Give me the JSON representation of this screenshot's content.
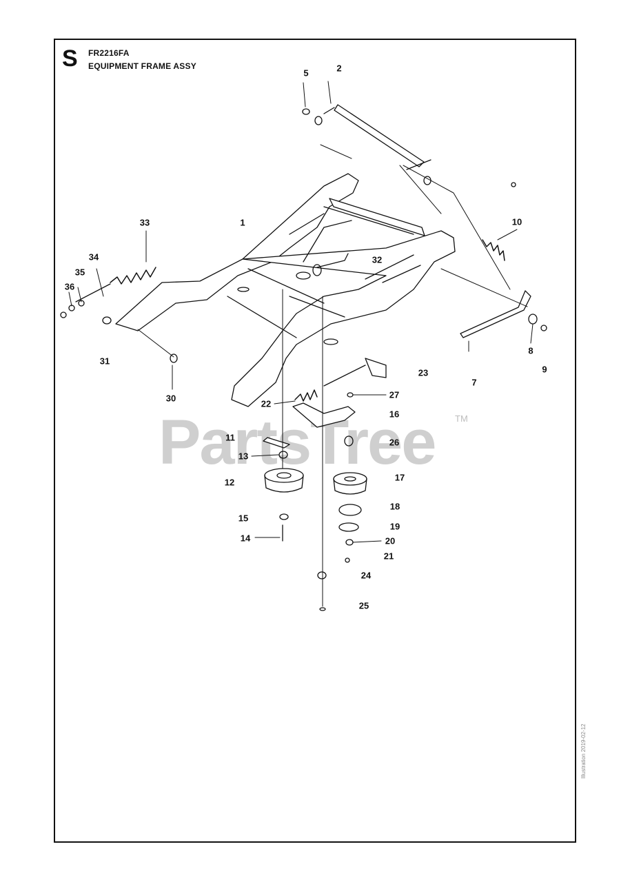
{
  "header": {
    "section_letter": "S",
    "model": "FR2216FA",
    "title": "EQUIPMENT FRAME ASSY"
  },
  "callouts": [
    {
      "id": "1",
      "label": "1"
    },
    {
      "id": "2",
      "label": "2"
    },
    {
      "id": "5",
      "label": "5"
    },
    {
      "id": "7",
      "label": "7"
    },
    {
      "id": "8",
      "label": "8"
    },
    {
      "id": "9",
      "label": "9"
    },
    {
      "id": "10",
      "label": "10"
    },
    {
      "id": "11",
      "label": "11"
    },
    {
      "id": "12",
      "label": "12"
    },
    {
      "id": "13",
      "label": "13"
    },
    {
      "id": "14",
      "label": "14"
    },
    {
      "id": "15",
      "label": "15"
    },
    {
      "id": "16",
      "label": "16"
    },
    {
      "id": "17",
      "label": "17"
    },
    {
      "id": "18",
      "label": "18"
    },
    {
      "id": "19",
      "label": "19"
    },
    {
      "id": "20",
      "label": "20"
    },
    {
      "id": "21",
      "label": "21"
    },
    {
      "id": "22",
      "label": "22"
    },
    {
      "id": "23",
      "label": "23"
    },
    {
      "id": "24",
      "label": "24"
    },
    {
      "id": "25",
      "label": "25"
    },
    {
      "id": "26",
      "label": "26"
    },
    {
      "id": "27",
      "label": "27"
    },
    {
      "id": "30",
      "label": "30"
    },
    {
      "id": "31",
      "label": "31"
    },
    {
      "id": "32",
      "label": "32"
    },
    {
      "id": "33",
      "label": "33"
    },
    {
      "id": "34",
      "label": "34"
    },
    {
      "id": "35",
      "label": "35"
    },
    {
      "id": "36",
      "label": "36"
    }
  ],
  "watermark": {
    "text": "PartsTree",
    "trademark": "TM"
  },
  "doc_code": "Illustration 2019-02-12"
}
